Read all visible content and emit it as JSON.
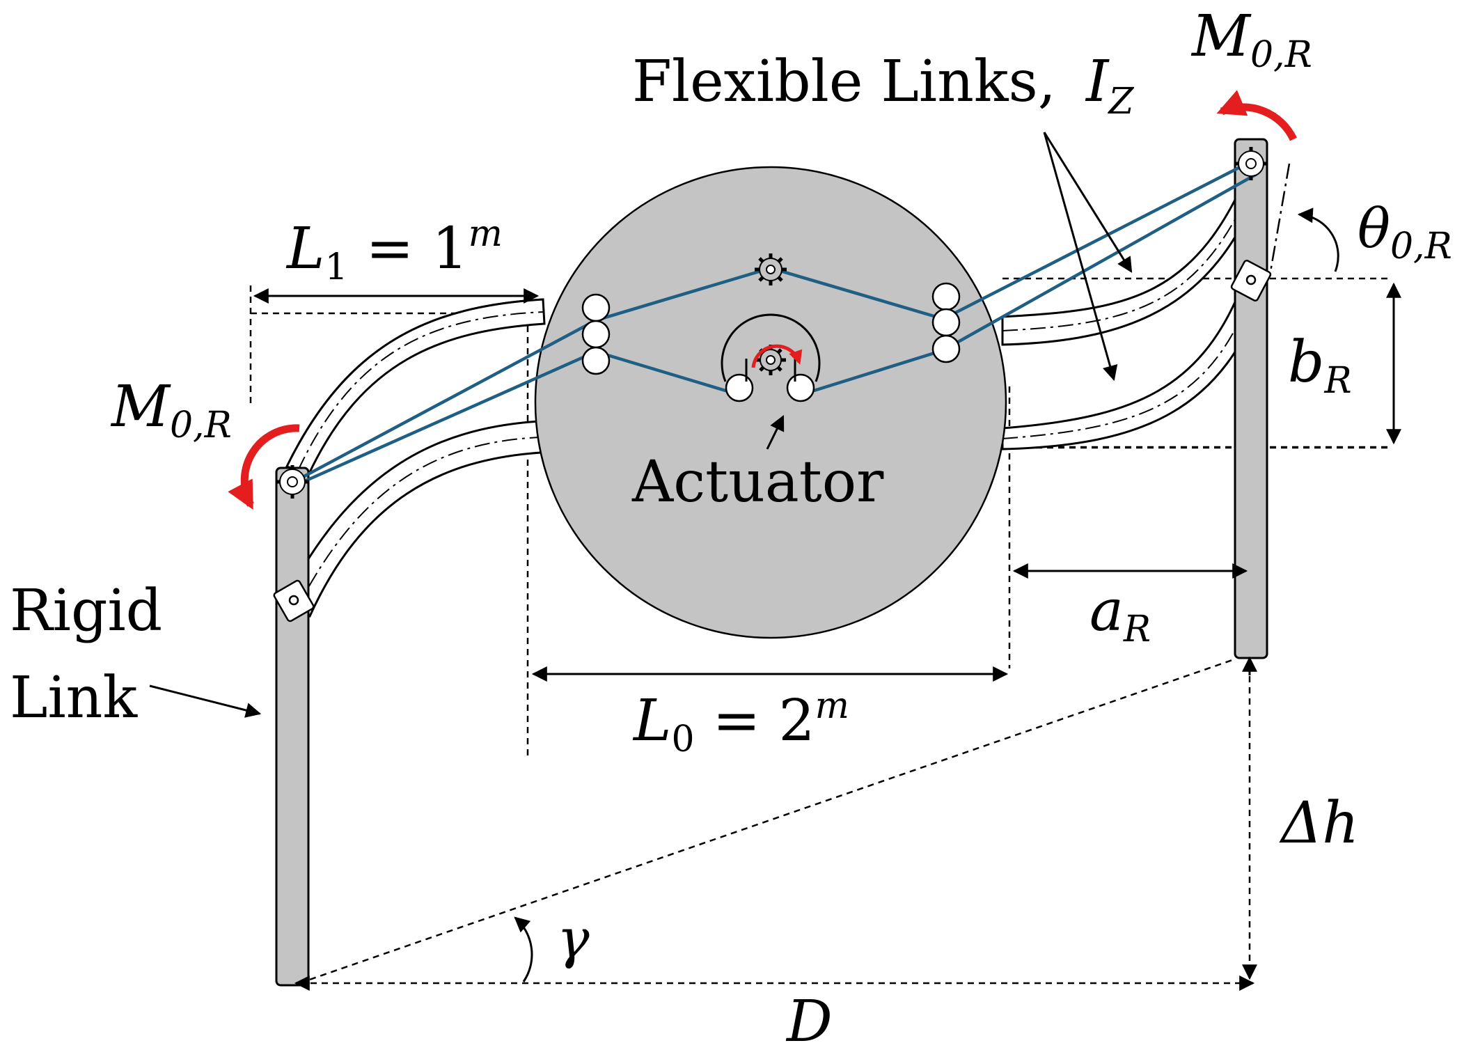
{
  "labels": {
    "flexible_links": "Flexible Links,",
    "flexible_links_symbol": "I",
    "flexible_links_sub": "Z",
    "actuator": "Actuator",
    "rigid_link_line1": "Rigid",
    "rigid_link_line2": "Link"
  },
  "symbols": {
    "moment_right": {
      "base": "M",
      "sub": "0,R"
    },
    "moment_left": {
      "base": "M",
      "sub": "0,R"
    },
    "theta": {
      "base": "θ",
      "sub": "0,R"
    },
    "b": {
      "base": "b",
      "sub": "R"
    },
    "a": {
      "base": "a",
      "sub": "R"
    },
    "L1": {
      "base": "L",
      "sub": "1",
      "eq": " = 1",
      "sup": "m"
    },
    "L0": {
      "base": "L",
      "sub": "0",
      "eq": " = 2",
      "sup": "m"
    },
    "delta_h": "Δh",
    "gamma": "γ",
    "D": "D"
  },
  "colors": {
    "cable": "#1f5f84",
    "moment_arrow": "#e41e1e",
    "body_fill": "#c4c4c4",
    "rigid_link_fill": "#c4c4c4",
    "line": "#000000"
  }
}
